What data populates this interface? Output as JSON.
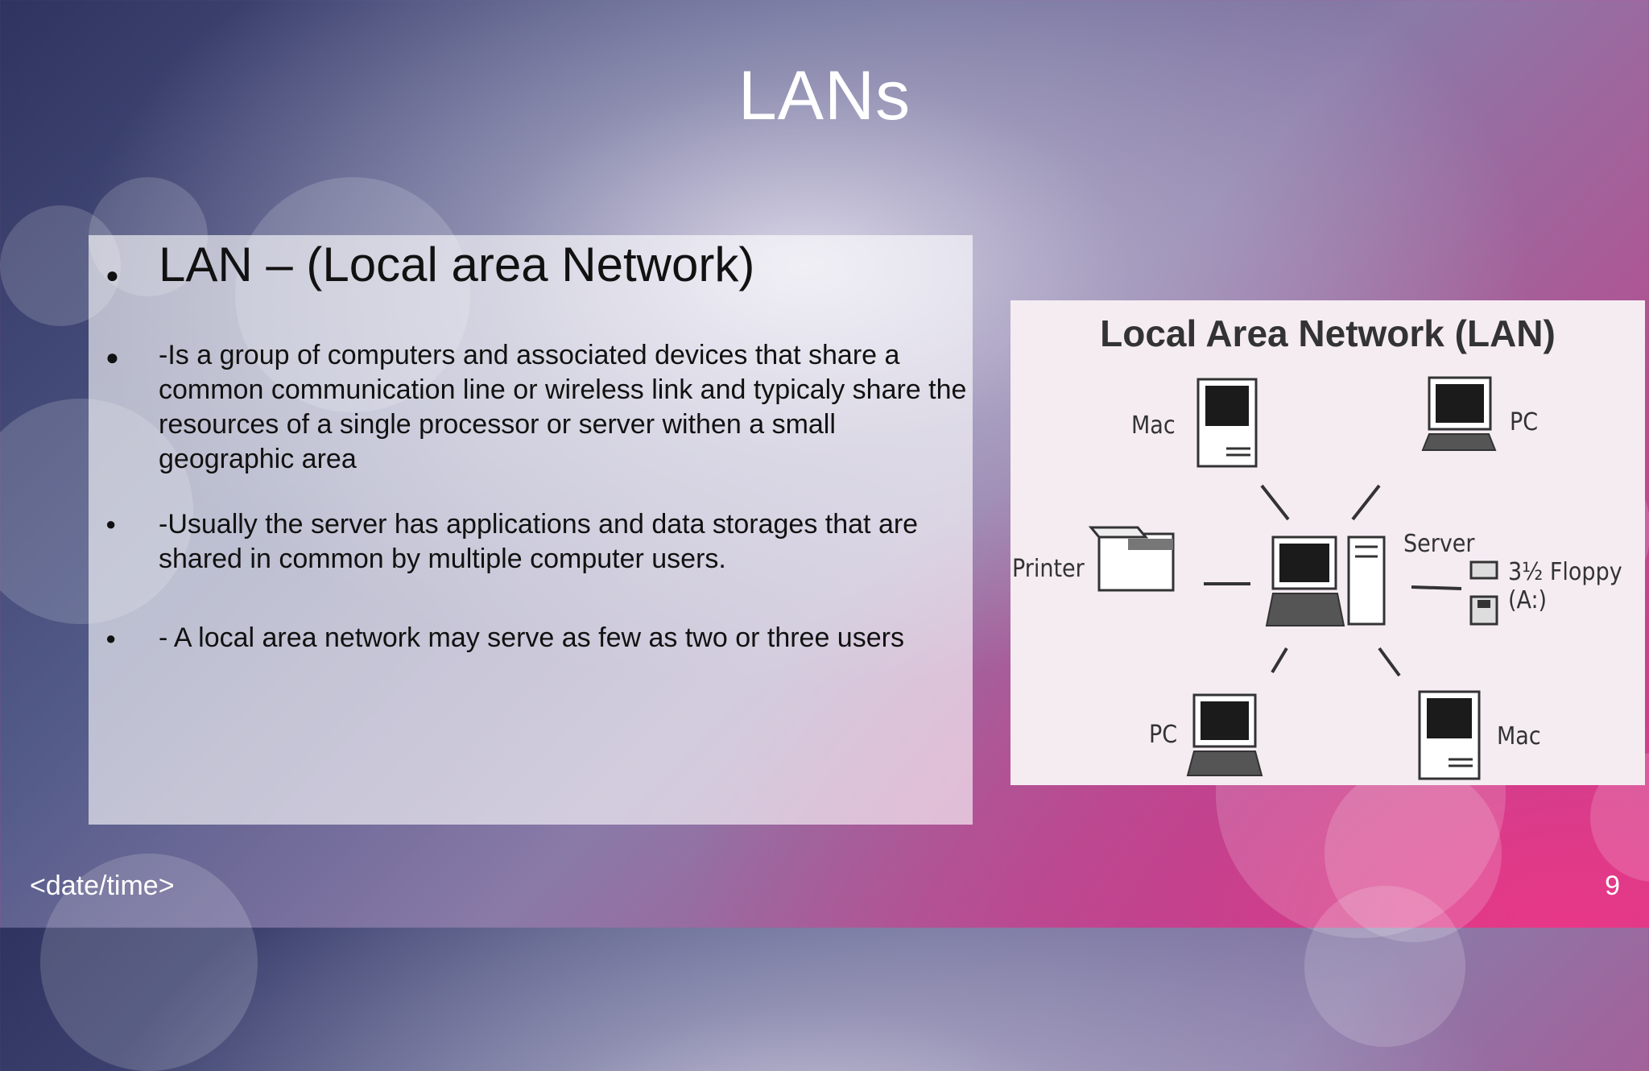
{
  "slide": {
    "title": "LANs",
    "bullets": [
      {
        "text": "LAN – (Local area Network)"
      },
      {
        "text": "-Is a group of computers and associated devices that share a common communication line or wireless link and typicaly share the resources of a single processor or server withen a small geographic area"
      },
      {
        "text": "-Usually the server has applications and data storages that are shared in common by multiple computer users."
      },
      {
        "text": "- A local area network may serve as few as two or three users"
      }
    ],
    "bullet_symbol": "●"
  },
  "figure": {
    "title": "Local Area Network (LAN)",
    "labels": {
      "mac_top": "Mac",
      "pc_top": "PC",
      "printer": "Printer",
      "server": "Server",
      "floppy": "3½ Floppy (A:)",
      "pc_bottom": "PC",
      "mac_bottom": "Mac"
    }
  },
  "footer": {
    "date": "<date/time>",
    "page_number": "9"
  },
  "colors": {
    "title_text": "#ffffff",
    "body_text": "#111111",
    "accent_pink": "#d8468f"
  }
}
